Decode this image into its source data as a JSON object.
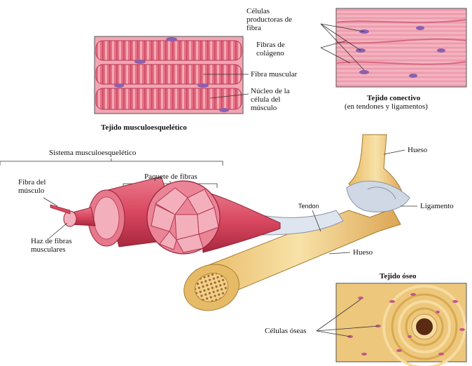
{
  "labels": {
    "celulas_productoras": [
      "Células",
      "productoras de",
      "fibra"
    ],
    "fibras_colageno": [
      "Fibras de",
      "colágeno"
    ],
    "fibra_muscular": "Fibra muscular",
    "nucleo_celula": [
      "Núcleo de la",
      "célula del",
      "músculo"
    ],
    "tejido_musculo": "Tejido musculoesquelético",
    "tejido_conectivo": "Tejido conectivo",
    "tejido_conectivo_sub": "(en tendones y ligamentos)",
    "sistema": "Sistema musculoesquelético",
    "paquete": "Paquete de fibras",
    "fibra_del_musculo": [
      "Fibra del",
      "músculo"
    ],
    "haz_de_fibras": [
      "Haz de fibras",
      "musculares"
    ],
    "tendon": "Tendon",
    "hueso_top": "Hueso",
    "ligamento": "Ligamento",
    "hueso_bottom": "Hueso",
    "tejido_oseo": "Tejido óseo",
    "celulas_oseas": "Células óseas"
  },
  "colors": {
    "muscle": "#e0546c",
    "muscle_light": "#f2a3b0",
    "muscle_dark": "#b8324a",
    "connective_bg": "#f4b6c2",
    "bone": "#f2d28c",
    "bone_dark": "#d9ac55",
    "ligament": "#cfd8e4",
    "nucleus": "#8a60b0"
  }
}
